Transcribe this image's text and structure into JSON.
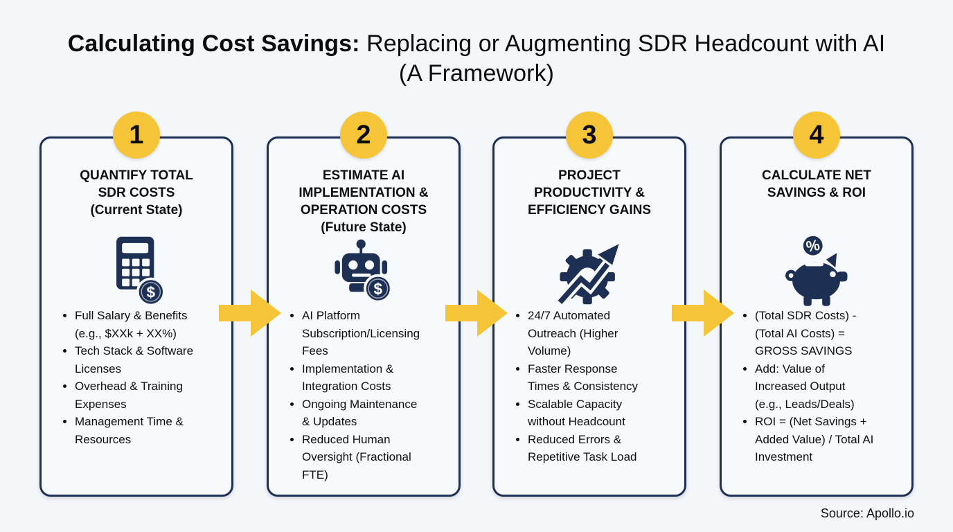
{
  "header": {
    "title_bold": "Calculating Cost Savings:",
    "title_regular": " Replacing or Augmenting SDR Headcount with AI",
    "title_line2": "(A Framework)"
  },
  "steps": [
    {
      "number": "1",
      "title": "QUANTIFY TOTAL SDR COSTS",
      "subtitle": "(Current State)",
      "icon": "calculator-dollar-icon",
      "bullets": [
        "Full Salary & Benefits (e.g., $XXk + XX%)",
        "Tech Stack & Software Licenses",
        "Overhead & Training Expenses",
        "Management Time & Resources"
      ]
    },
    {
      "number": "2",
      "title": "ESTIMATE AI IMPLEMENTATION & OPERATION COSTS",
      "subtitle": "(Future State)",
      "icon": "robot-dollar-icon",
      "bullets": [
        "AI Platform Subscription/Licensing Fees",
        "Implementation & Integration Costs",
        "Ongoing Maintenance & Updates",
        "Reduced Human Oversight (Fractional FTE)"
      ]
    },
    {
      "number": "3",
      "title": "PROJECT PRODUCTIVITY & EFFICIENCY GAINS",
      "subtitle": "",
      "icon": "gear-growth-arrow-icon",
      "bullets": [
        "24/7 Automated Outreach (Higher Volume)",
        "Faster Response Times & Consistency",
        "Scalable Capacity without Headcount",
        "Reduced Errors & Repetitive Task Load"
      ]
    },
    {
      "number": "4",
      "title": "CALCULATE NET SAVINGS & ROI",
      "subtitle": "",
      "icon": "piggy-bank-percent-icon",
      "bullets": [
        "(Total SDR Costs) - (Total AI Costs) = GROSS SAVINGS",
        "Add: Value of Increased Output (e.g., Leads/Deals)",
        "ROI = (Net Savings + Added Value) / Total AI Investment"
      ]
    }
  ],
  "footer": {
    "source": "Source: Apollo.io"
  },
  "colors": {
    "accent_yellow": "#f6c437",
    "navy": "#1e2f54",
    "background": "#f4f7fa",
    "box_background": "#f7fafc"
  },
  "icons": {
    "coin_symbol": "$",
    "percent_symbol": "%"
  }
}
